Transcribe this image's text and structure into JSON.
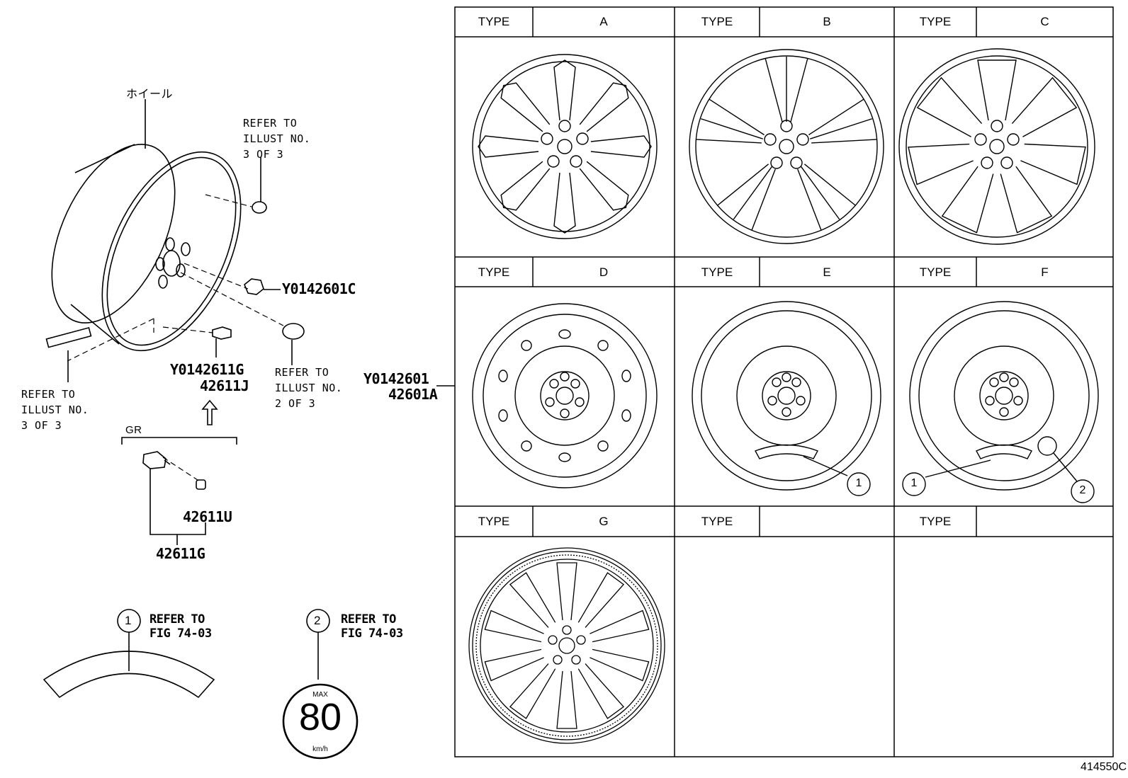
{
  "left": {
    "wheel_label": "ホイール",
    "refer_top": [
      "REFER TO",
      "ILLUST NO.",
      "3 OF 3"
    ],
    "refer_left": [
      "REFER TO",
      "ILLUST NO.",
      "3 OF 3"
    ],
    "refer_right": [
      "REFER TO",
      "ILLUST NO.",
      "2 OF 3"
    ],
    "nut_part": "Y0142601C",
    "valve_parts": [
      "Y0142611G",
      "42611J"
    ],
    "gr_label": "GR",
    "cap_part": "42611U",
    "valve_assy_part": "42611G",
    "wheel_part": [
      "Y0142601",
      "42601A"
    ],
    "note1": {
      "num": "1",
      "text": [
        "REFER TO",
        "FIG 74-03"
      ]
    },
    "note2": {
      "num": "2",
      "text": [
        "REFER TO",
        "FIG 74-03"
      ]
    },
    "speed_label": {
      "max": "MAX",
      "value": "80",
      "unit": "km/h"
    }
  },
  "table": {
    "type_word": "TYPE",
    "cells": [
      {
        "type": "A"
      },
      {
        "type": "B"
      },
      {
        "type": "C"
      },
      {
        "type": "D"
      },
      {
        "type": "E"
      },
      {
        "type": "F"
      },
      {
        "type": "G"
      },
      {
        "type": ""
      },
      {
        "type": ""
      }
    ],
    "callouts": {
      "e1": "1",
      "f1": "1",
      "f2": "2"
    }
  },
  "figure_id": "414550C"
}
